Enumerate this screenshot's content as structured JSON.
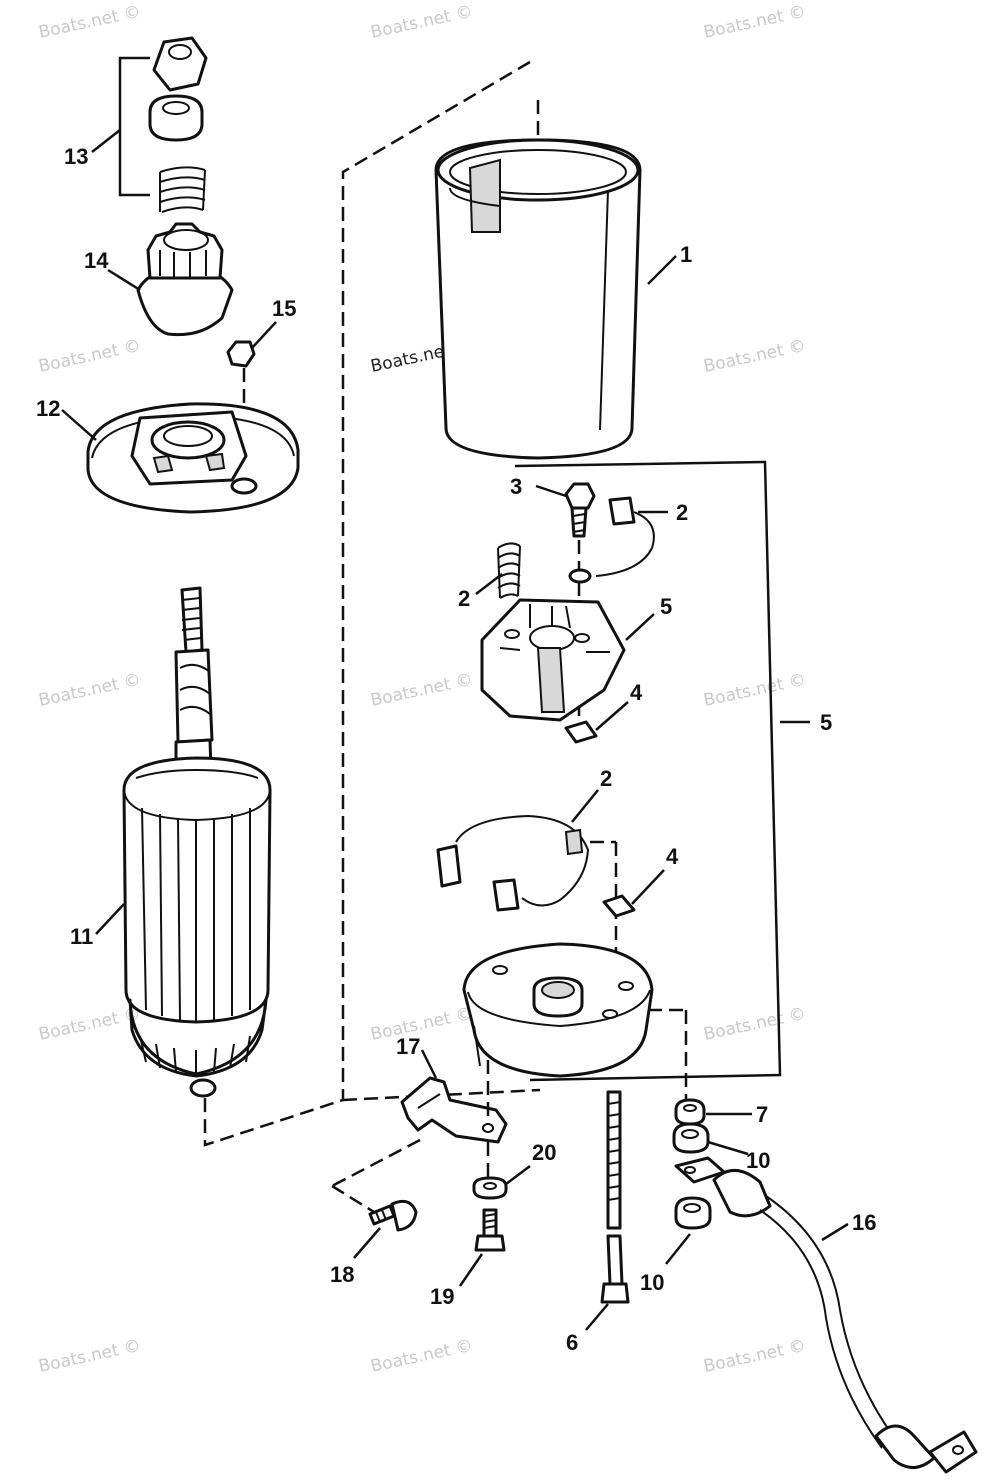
{
  "watermark": "Boats.net ©",
  "diagram_watermark": "Boats.net ©",
  "labels": {
    "p1": "1",
    "p2a": "2",
    "p2b": "2",
    "p2c": "2",
    "p3": "3",
    "p4a": "4",
    "p4b": "4",
    "p5a": "5",
    "p5b": "5",
    "p6": "6",
    "p7": "7",
    "p10a": "10",
    "p10b": "10",
    "p11": "11",
    "p12": "12",
    "p13": "13",
    "p14": "14",
    "p15": "15",
    "p16": "16",
    "p17": "17",
    "p18": "18",
    "p19": "19",
    "p20": "20"
  }
}
